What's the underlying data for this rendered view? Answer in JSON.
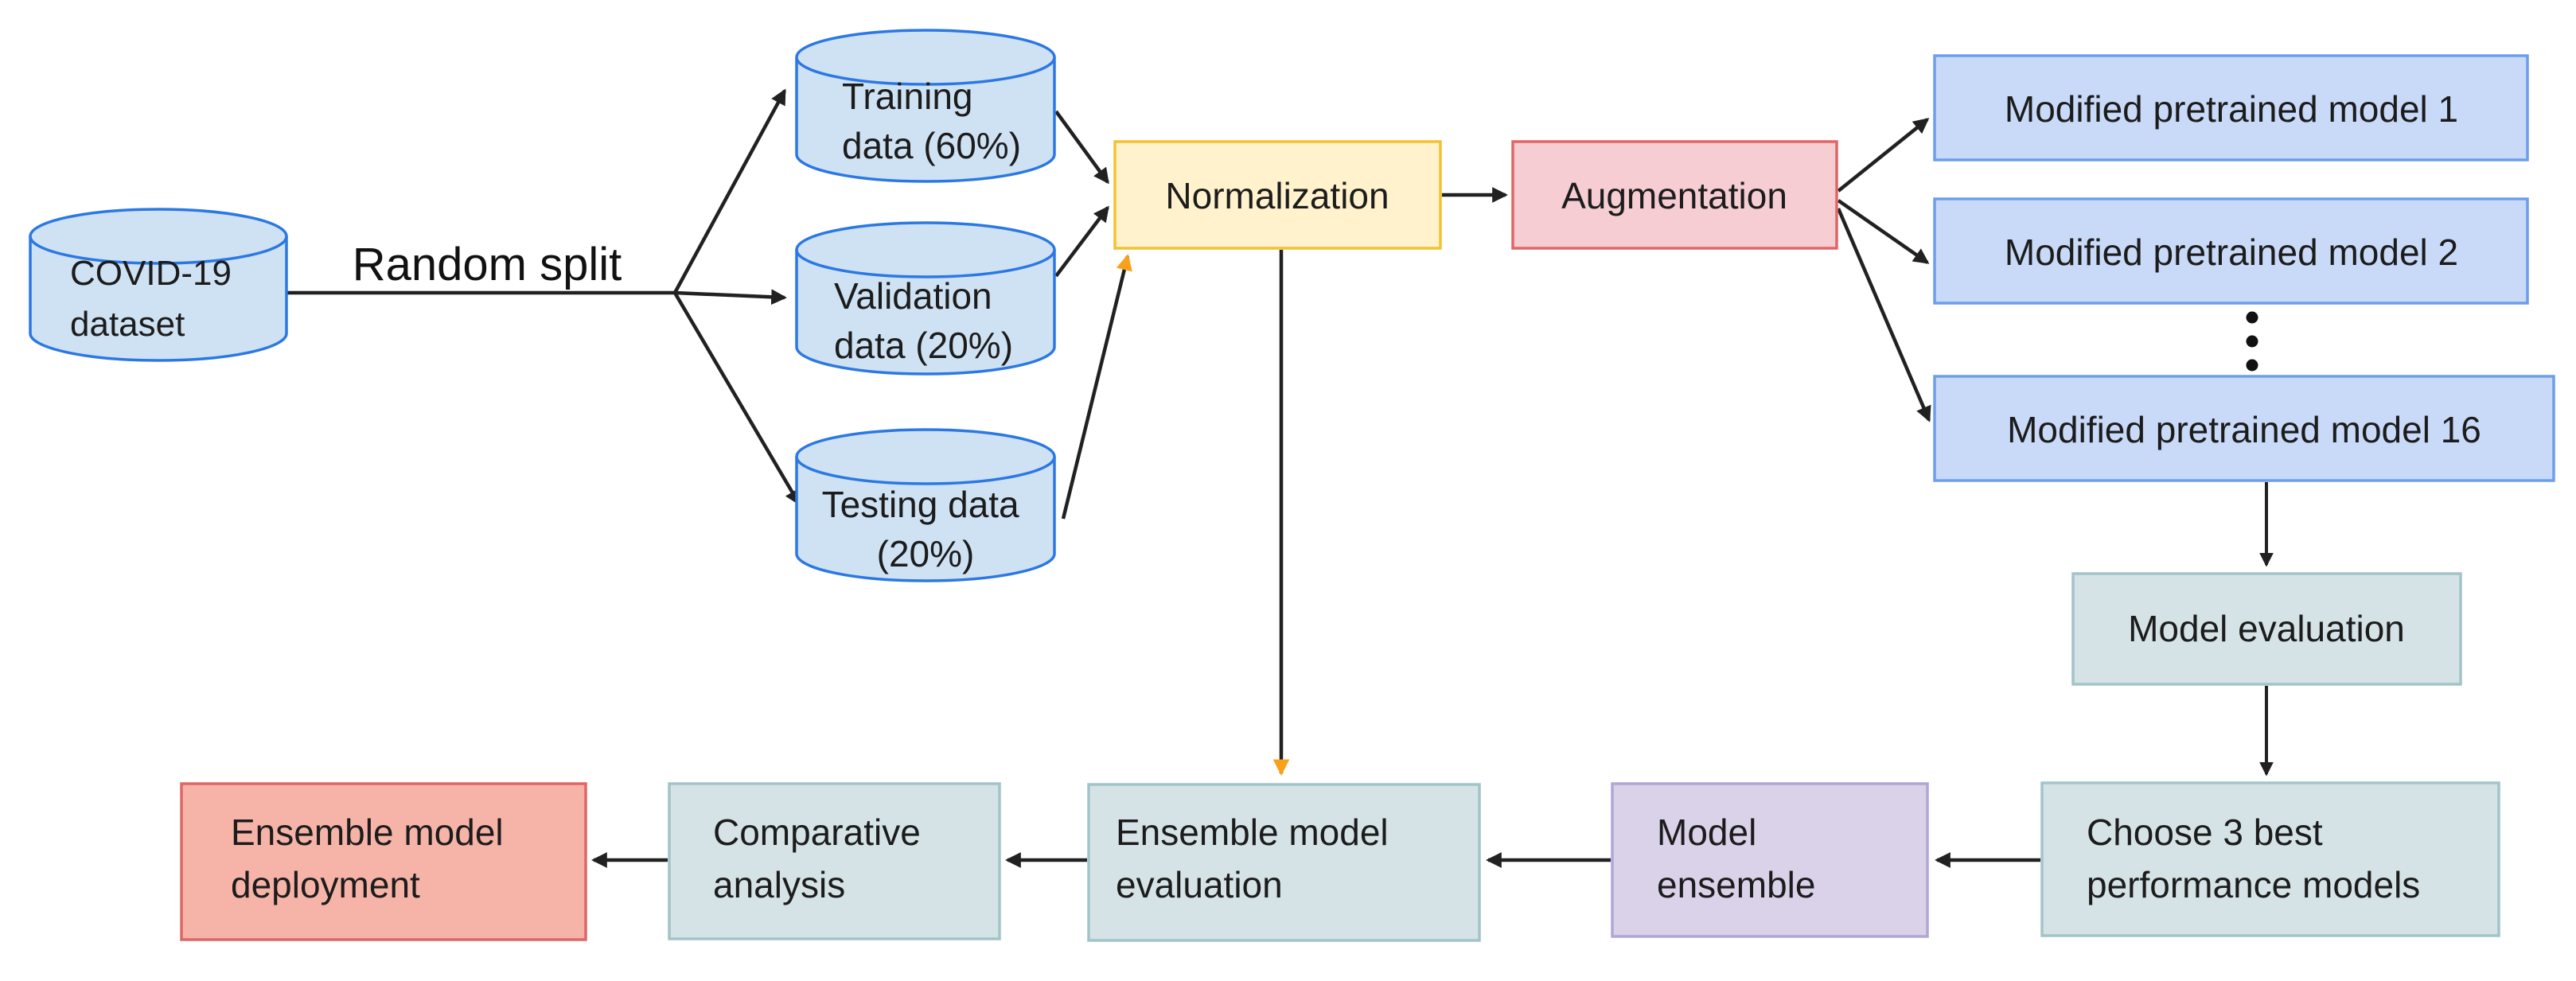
{
  "diagram": {
    "edge_labels": {
      "random_split": "Random split"
    },
    "nodes": {
      "covid_dataset": {
        "line1": "COVID-19",
        "line2": "dataset"
      },
      "training_data": {
        "line1": "Training",
        "line2": "data (60%)"
      },
      "validation_data": {
        "line1": "Validation",
        "line2": "data (20%)"
      },
      "testing_data": {
        "line1": "Testing data",
        "line2": "(20%)"
      },
      "normalization": {
        "label": "Normalization"
      },
      "augmentation": {
        "label": "Augmentation"
      },
      "model_1": {
        "label": "Modified pretrained model 1"
      },
      "model_2": {
        "label": "Modified pretrained model 2"
      },
      "model_16": {
        "label": "Modified pretrained model 16"
      },
      "model_evaluation": {
        "label": "Model evaluation"
      },
      "choose_best": {
        "line1": "Choose 3 best",
        "line2": "performance models"
      },
      "model_ensemble": {
        "line1": "Model",
        "line2": "ensemble"
      },
      "ensemble_model_evaluation": {
        "line1": "Ensemble model",
        "line2": "evaluation"
      },
      "comparative_analysis": {
        "line1": "Comparative",
        "line2": "analysis"
      },
      "ensemble_model_deployment": {
        "line1": "Ensemble model",
        "line2": "deployment"
      }
    },
    "colors": {
      "cylinder_fill": "#cfe2f3",
      "cylinder_stroke": "#2b78e4",
      "normalization_fill": "#fff2cc",
      "normalization_stroke": "#f1c232",
      "augmentation_fill": "#f6cdd2",
      "augmentation_stroke": "#e06666",
      "model_fill": "#c9daf8",
      "model_stroke": "#6d9eeb",
      "teal_fill": "#d5e3e6",
      "teal_stroke": "#a2c4c9",
      "purple_fill": "#d9d2e9",
      "purple_stroke": "#b3a6d4",
      "salmon_fill": "#f6b4a8",
      "salmon_stroke": "#e06666",
      "arrow_color": "#212121",
      "highlight_arrow_color": "#f9a11b"
    }
  }
}
